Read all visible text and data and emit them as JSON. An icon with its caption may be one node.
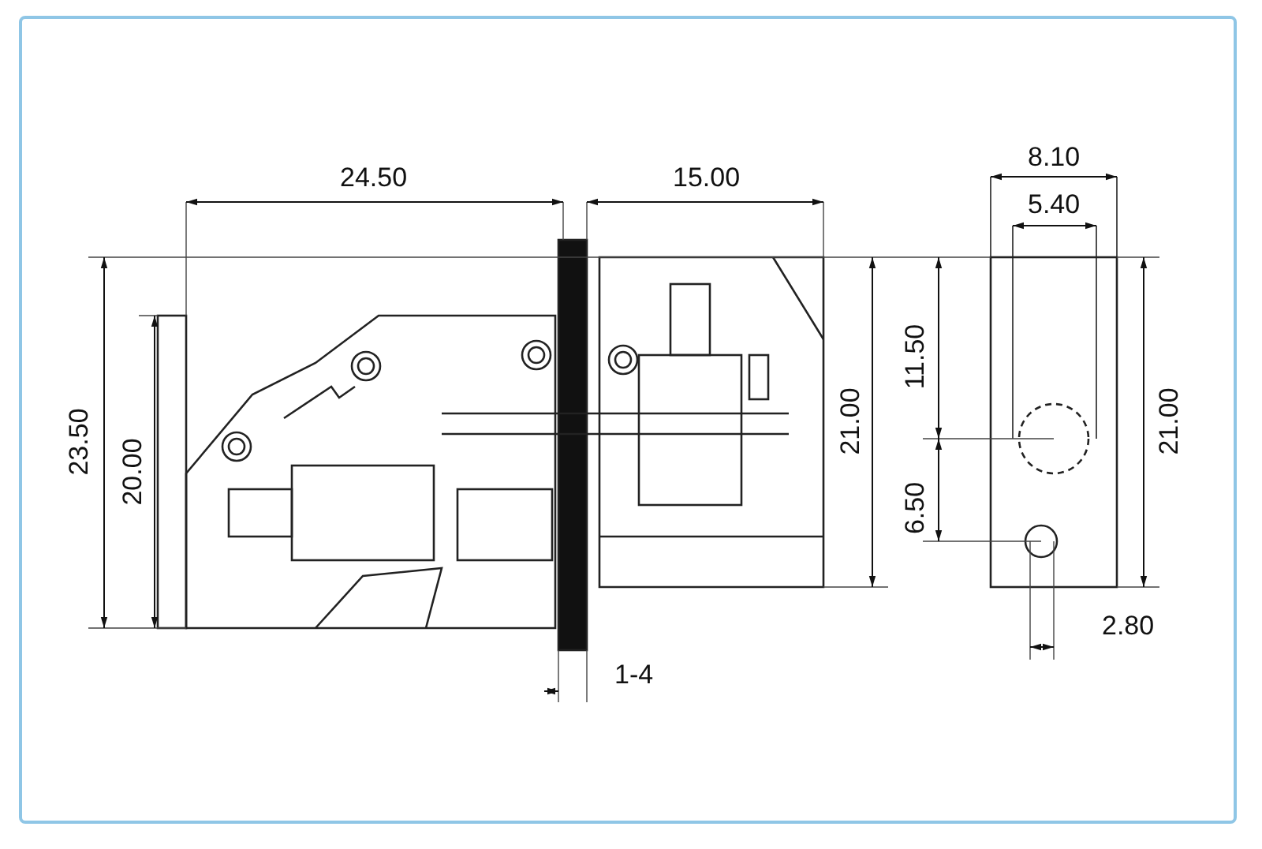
{
  "diagram": {
    "labels": [
      "24.50",
      "15.00",
      "8.10",
      "5.40",
      "23.50",
      "20.00",
      "21.00",
      "11.50",
      "6.50",
      "21.00",
      "1-4",
      "2.80"
    ]
  }
}
